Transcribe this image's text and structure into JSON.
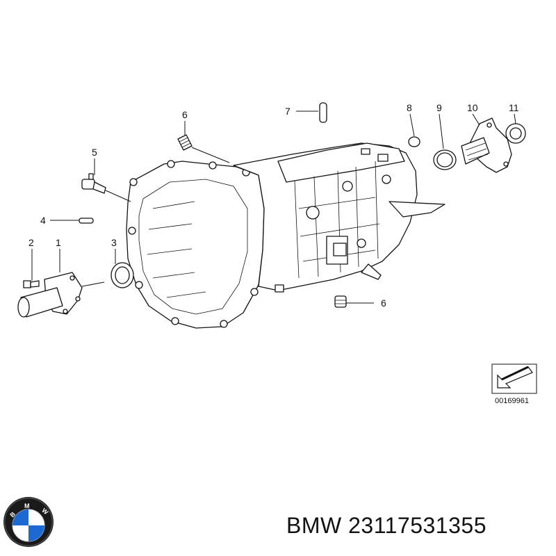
{
  "diagram": {
    "callouts": [
      "1",
      "2",
      "3",
      "4",
      "5",
      "6",
      "7",
      "8",
      "9",
      "10",
      "11",
      "6"
    ],
    "reference_number": "00169961"
  },
  "footer": {
    "brand_logo_letters": "BMW",
    "part_label": "BMW 23117531355"
  },
  "colors": {
    "line": "#111111",
    "logo_blue": "#1c69d4",
    "logo_ring": "#1a1a1a",
    "background": "#ffffff"
  },
  "icons": {
    "orientation_arrow": "arrow-down-left-icon",
    "logo": "bmw-roundel-logo"
  }
}
